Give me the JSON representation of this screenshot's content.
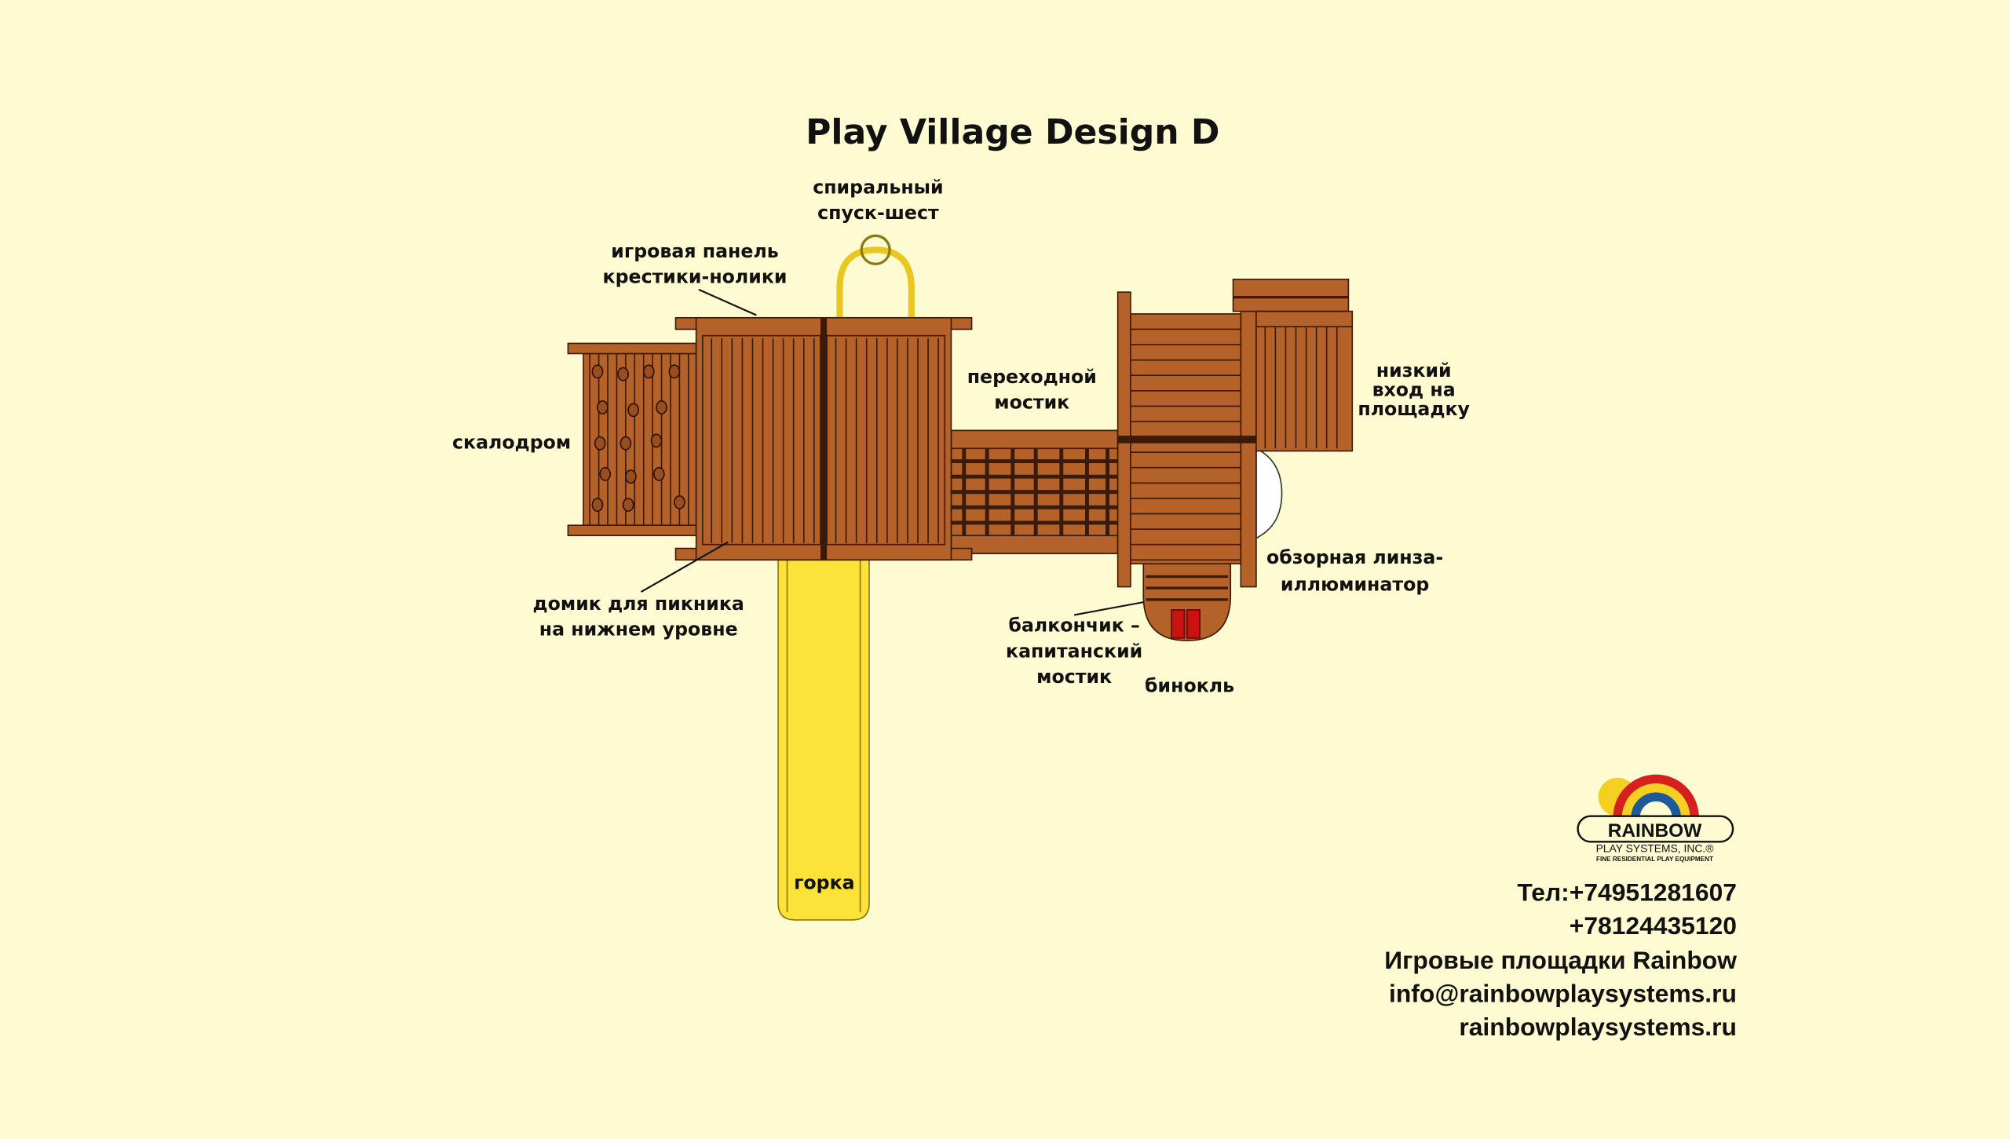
{
  "title": "Play Village Design D",
  "labels": {
    "pole": [
      "спиральный",
      "спуск-шест"
    ],
    "panel": [
      "игровая панель",
      "крестики-нолики"
    ],
    "wall": [
      "скалодром"
    ],
    "bridge": [
      "переходной",
      "мостик"
    ],
    "entry": [
      "низкий",
      "вход на",
      "площадку"
    ],
    "lens": [
      "обзорная линза-",
      "иллюминатор"
    ],
    "picnic": [
      "домик для пикника",
      "на нижнем уровне"
    ],
    "balcony": [
      "балкончик –",
      "капитанский",
      "мостик"
    ],
    "binoculars": [
      "бинокль"
    ],
    "slide": [
      "горка"
    ]
  },
  "logo": {
    "name": "RAINBOW",
    "sub": "PLAY SYSTEMS, INC.®",
    "tagline": "FINE RESIDENTIAL PLAY EQUIPMENT"
  },
  "contacts": [
    "Тел:+74951281607",
    "+78124435120",
    "Игровые площадки Rainbow",
    "info@rainbowplaysystems.ru",
    "rainbowplaysystems.ru"
  ],
  "colors": {
    "background": "#FEFBD2",
    "wood": "#B4622A",
    "slide": "#FDE23A",
    "binoculars": "#CC1111"
  }
}
